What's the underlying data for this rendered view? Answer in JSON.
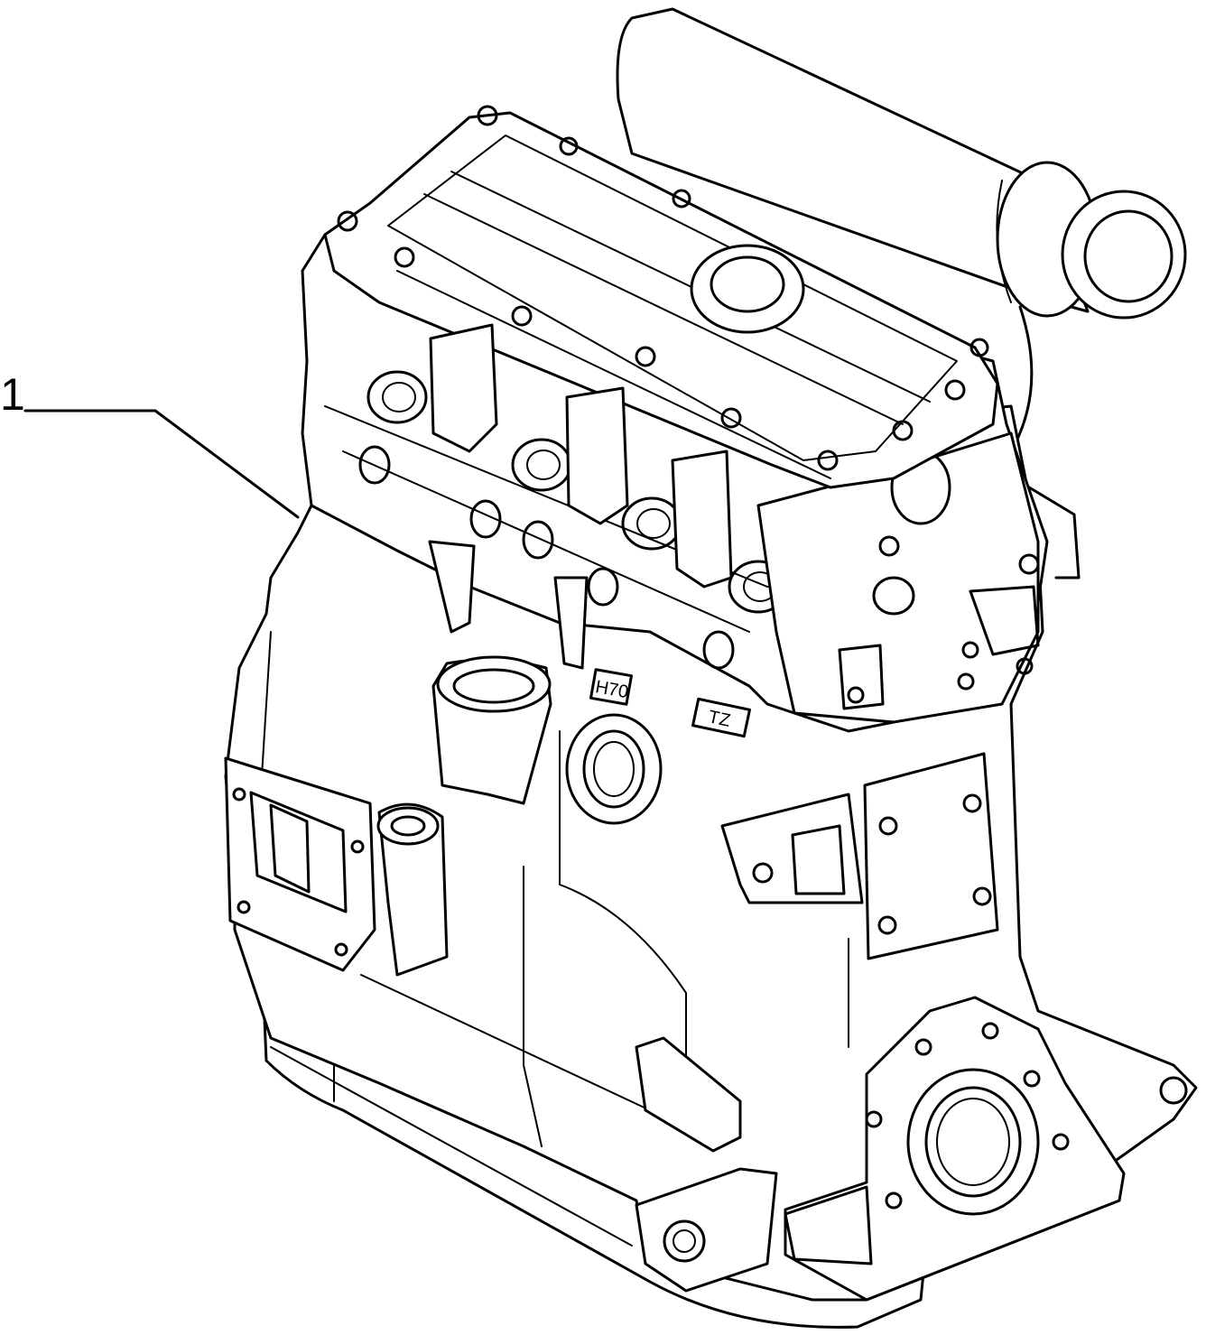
{
  "callout": {
    "number": "1"
  },
  "stamps": {
    "block_code": "H70",
    "head_code": "TZ"
  }
}
